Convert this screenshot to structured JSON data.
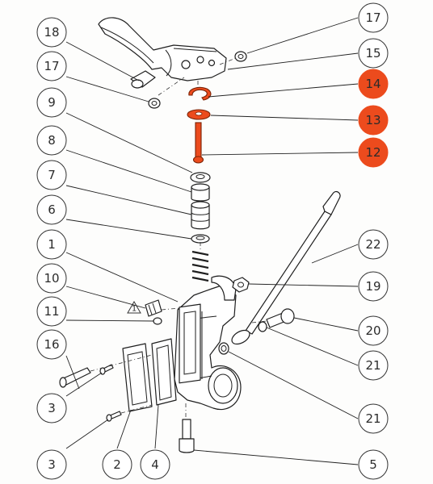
{
  "diagram": {
    "highlight_color": "#ec4b1d",
    "warning_mark": "1",
    "callouts": [
      {
        "label": "17",
        "highlight": false
      },
      {
        "label": "18",
        "highlight": false
      },
      {
        "label": "15",
        "highlight": false
      },
      {
        "label": "17",
        "highlight": false
      },
      {
        "label": "14",
        "highlight": true
      },
      {
        "label": "9",
        "highlight": false
      },
      {
        "label": "13",
        "highlight": true
      },
      {
        "label": "12",
        "highlight": true
      },
      {
        "label": "8",
        "highlight": false
      },
      {
        "label": "7",
        "highlight": false
      },
      {
        "label": "6",
        "highlight": false
      },
      {
        "label": "1",
        "highlight": false
      },
      {
        "label": "22",
        "highlight": false
      },
      {
        "label": "10",
        "highlight": false
      },
      {
        "label": "19",
        "highlight": false
      },
      {
        "label": "11",
        "highlight": false
      },
      {
        "label": "20",
        "highlight": false
      },
      {
        "label": "16",
        "highlight": false
      },
      {
        "label": "21",
        "highlight": false
      },
      {
        "label": "3",
        "highlight": false
      },
      {
        "label": "21",
        "highlight": false
      },
      {
        "label": "3",
        "highlight": false
      },
      {
        "label": "2",
        "highlight": false
      },
      {
        "label": "4",
        "highlight": false
      },
      {
        "label": "5",
        "highlight": false
      }
    ]
  }
}
